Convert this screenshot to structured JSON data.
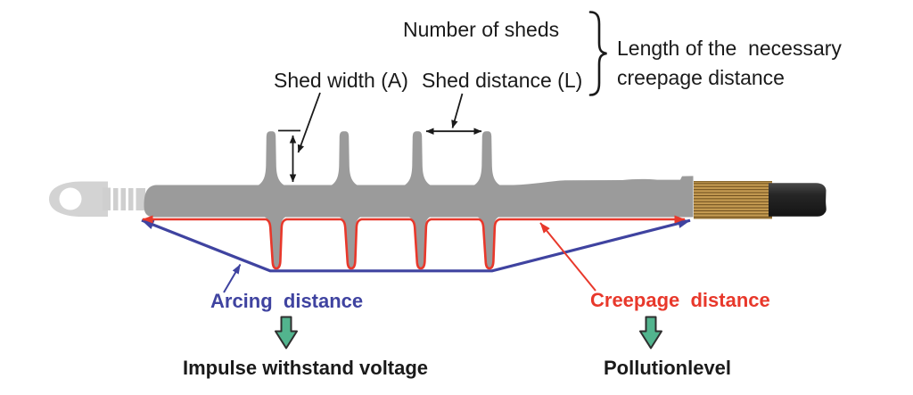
{
  "figure": {
    "labels": {
      "number_of_sheds": "Number of sheds",
      "shed_width": "Shed width (A)",
      "shed_distance": "Shed distance (L)",
      "creepage_length_line1": "Length of the  necessary",
      "creepage_length_line2": "creepage distance",
      "arcing_distance": "Arcing  distance",
      "creepage_distance": "Creepage  distance",
      "impulse_withstand": "Impulse withstand voltage",
      "pollution_level": "Pollutionlevel"
    },
    "colors": {
      "insulator_gray": "#9b9b9b",
      "lug_gray": "#d3d3d3",
      "crimp_gray": "#cfcfcf",
      "creepage_red": "#e8382b",
      "arcing_blue": "#3f43a0",
      "green_arrow": "#52b48e",
      "braid_tan": "#c69c52",
      "braid_stripe": "#6e4f1e",
      "cable_black": "#282828",
      "text_black": "#1a1a1a"
    },
    "icons": {
      "impulse_arrow": "down-block-arrow",
      "pollution_arrow": "down-block-arrow"
    }
  }
}
